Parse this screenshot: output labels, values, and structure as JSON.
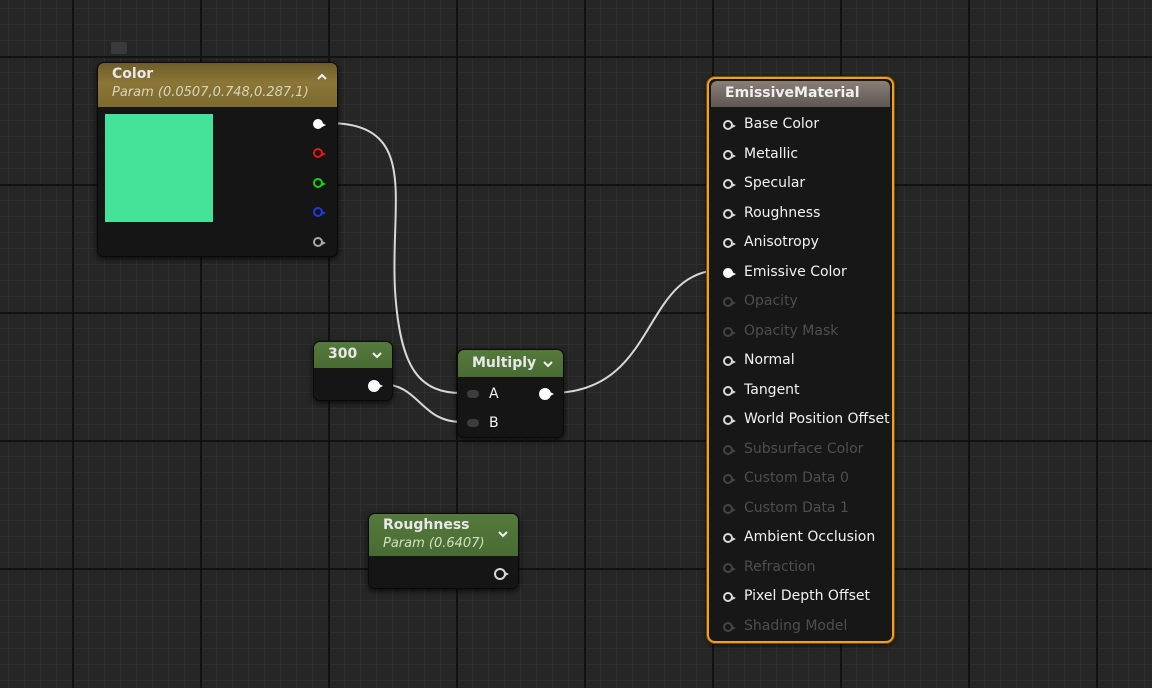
{
  "color_node": {
    "title": "Color",
    "subtitle": "Param (0.0507,0.748,0.287,1)",
    "swatch_color": "#45e39a"
  },
  "constant_node": {
    "title": "300"
  },
  "multiply_node": {
    "title": "Multiply",
    "inputs": [
      "A",
      "B"
    ]
  },
  "roughness_node": {
    "title": "Roughness",
    "subtitle": "Param (0.6407)"
  },
  "material_node": {
    "title": "EmissiveMaterial",
    "inputs": [
      {
        "label": "Base Color",
        "connected": false,
        "enabled": true
      },
      {
        "label": "Metallic",
        "connected": false,
        "enabled": true
      },
      {
        "label": "Specular",
        "connected": false,
        "enabled": true
      },
      {
        "label": "Roughness",
        "connected": false,
        "enabled": true
      },
      {
        "label": "Anisotropy",
        "connected": false,
        "enabled": true
      },
      {
        "label": "Emissive Color",
        "connected": true,
        "enabled": true
      },
      {
        "label": "Opacity",
        "connected": false,
        "enabled": false
      },
      {
        "label": "Opacity Mask",
        "connected": false,
        "enabled": false
      },
      {
        "label": "Normal",
        "connected": false,
        "enabled": true
      },
      {
        "label": "Tangent",
        "connected": false,
        "enabled": true
      },
      {
        "label": "World Position Offset",
        "connected": false,
        "enabled": true
      },
      {
        "label": "Subsurface Color",
        "connected": false,
        "enabled": false
      },
      {
        "label": "Custom Data 0",
        "connected": false,
        "enabled": false
      },
      {
        "label": "Custom Data 1",
        "connected": false,
        "enabled": false
      },
      {
        "label": "Ambient Occlusion",
        "connected": false,
        "enabled": true
      },
      {
        "label": "Refraction",
        "connected": false,
        "enabled": false
      },
      {
        "label": "Pixel Depth Offset",
        "connected": false,
        "enabled": true
      },
      {
        "label": "Shading Model",
        "connected": false,
        "enabled": false
      }
    ]
  },
  "colors": {
    "selection_outline": "#f0a020",
    "param_header": "#8b7636",
    "math_header": "#557a3c",
    "material_header": "#8a7e78"
  }
}
